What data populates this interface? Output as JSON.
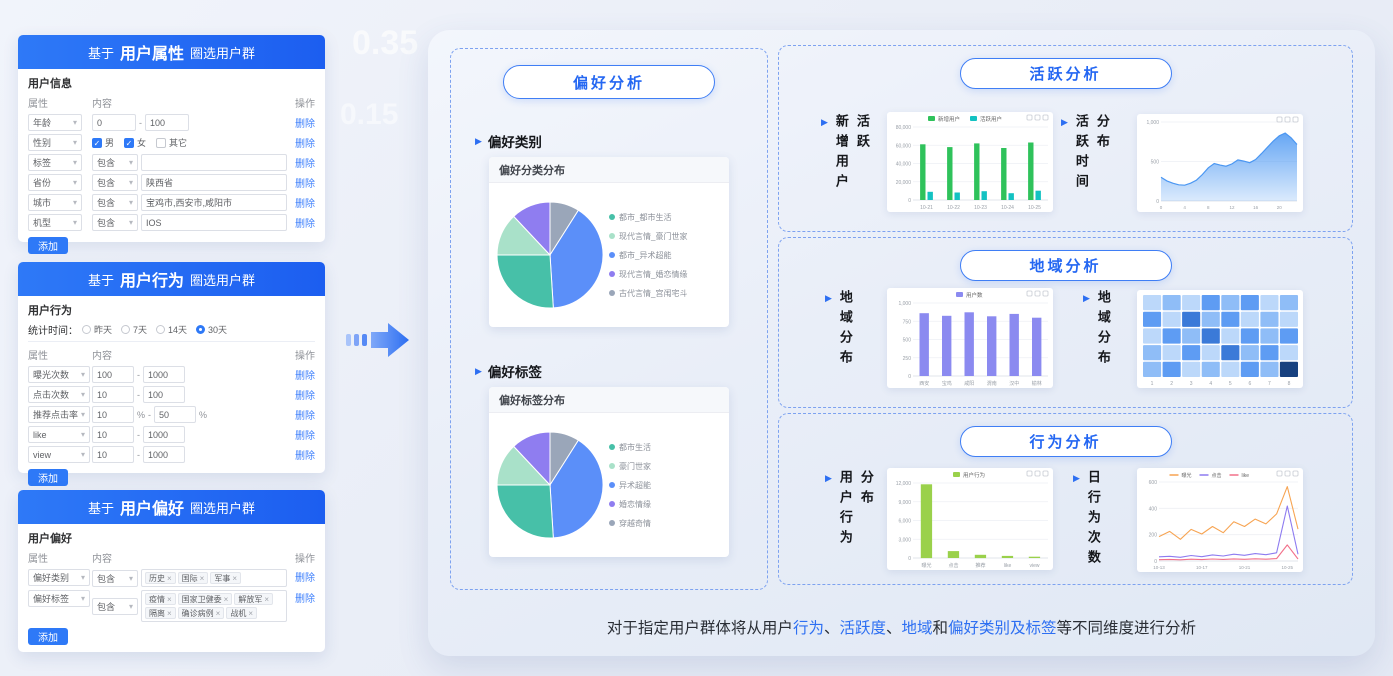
{
  "background": {
    "watermarks": [
      "0.35",
      "0.15"
    ]
  },
  "icons": {
    "caret": "▾",
    "marker": "▶",
    "close": "×",
    "check": "✓"
  },
  "left_panels": {
    "attribute": {
      "title": {
        "prefix": "基于",
        "highlight": "用户属性",
        "suffix": "圈选用户群"
      },
      "section_title": "用户信息",
      "columns": {
        "attr": "属性",
        "content": "内容",
        "op": "操作"
      },
      "delete_label": "删除",
      "add_label": "添加",
      "rows": [
        {
          "attr": "年龄",
          "kind": "range",
          "min": "0",
          "max": "100"
        },
        {
          "attr": "性别",
          "kind": "checks",
          "options": [
            {
              "label": "男",
              "checked": true
            },
            {
              "label": "女",
              "checked": true
            },
            {
              "label": "其它",
              "checked": false
            }
          ]
        },
        {
          "attr": "标签",
          "kind": "cond",
          "cond": "包含",
          "value": ""
        },
        {
          "attr": "省份",
          "kind": "cond",
          "cond": "包含",
          "value": "陕西省"
        },
        {
          "attr": "城市",
          "kind": "cond",
          "cond": "包含",
          "value": "宝鸡市,西安市,咸阳市"
        },
        {
          "attr": "机型",
          "kind": "cond",
          "cond": "包含",
          "value": "IOS"
        }
      ]
    },
    "behavior": {
      "title": {
        "prefix": "基于",
        "highlight": "用户行为",
        "suffix": "圈选用户群"
      },
      "section_title": "用户行为",
      "time_filter": {
        "label": "统计时间：",
        "options": [
          {
            "label": "昨天",
            "selected": false
          },
          {
            "label": "7天",
            "selected": false
          },
          {
            "label": "14天",
            "selected": false
          },
          {
            "label": "30天",
            "selected": true
          }
        ]
      },
      "columns": {
        "attr": "属性",
        "content": "内容",
        "op": "操作"
      },
      "delete_label": "删除",
      "add_label": "添加",
      "rows": [
        {
          "attr": "曝光次数",
          "min": "100",
          "max": "1000",
          "unit": ""
        },
        {
          "attr": "点击次数",
          "min": "10",
          "max": "100",
          "unit": ""
        },
        {
          "attr": "推荐点击率",
          "min": "10",
          "max": "50",
          "unit": "%"
        },
        {
          "attr": "like",
          "min": "10",
          "max": "1000",
          "unit": ""
        },
        {
          "attr": "view",
          "min": "10",
          "max": "1000",
          "unit": ""
        }
      ]
    },
    "preference": {
      "title": {
        "prefix": "基于",
        "highlight": "用户偏好",
        "suffix": "圈选用户群"
      },
      "section_title": "用户偏好",
      "columns": {
        "attr": "属性",
        "content": "内容",
        "op": "操作"
      },
      "delete_label": "删除",
      "add_label": "添加",
      "rows": [
        {
          "attr": "偏好类别",
          "cond": "包含",
          "tags": [
            "历史",
            "国际",
            "军事"
          ]
        },
        {
          "attr": "偏好标签",
          "cond": "包含",
          "tags": [
            "疫情",
            "国家卫健委",
            "解放军",
            "隔离",
            "确诊病例",
            "战机"
          ]
        }
      ]
    }
  },
  "analysis": {
    "preference": {
      "pill": "偏好分析",
      "markers": [
        "偏好类别",
        "偏好标签"
      ],
      "cards": [
        {
          "title": "偏好分类分布",
          "chart_id": "pie_category"
        },
        {
          "title": "偏好标签分布",
          "chart_id": "pie_tag"
        }
      ]
    },
    "active": {
      "pill": "活跃分析",
      "left_labels": [
        "新增用户",
        "活跃"
      ],
      "right_labels": [
        "活跃时间",
        "分布"
      ]
    },
    "region": {
      "pill": "地域分析",
      "left_labels": [
        "地域分布"
      ],
      "right_labels": [
        "地域分布"
      ]
    },
    "behavior": {
      "pill": "行为分析",
      "left_labels": [
        "用户行为",
        "分布"
      ],
      "right_labels": [
        "日行为次数"
      ]
    }
  },
  "caption": {
    "parts": [
      {
        "text": "对于指定用户群体将从用户",
        "highlight": false
      },
      {
        "text": "行为",
        "highlight": true
      },
      {
        "text": "、",
        "highlight": false
      },
      {
        "text": "活跃度",
        "highlight": true
      },
      {
        "text": "、",
        "highlight": false
      },
      {
        "text": "地域",
        "highlight": true
      },
      {
        "text": "和",
        "highlight": false
      },
      {
        "text": "偏好类别及标签",
        "highlight": true
      },
      {
        "text": "等不同维度进行分析",
        "highlight": false
      }
    ]
  },
  "chart_data": [
    {
      "id": "pie_category",
      "type": "pie",
      "title": "偏好分类分布",
      "slices": [
        {
          "label": "古代言情_宫闱宅斗",
          "value": 9,
          "color": "#9aa6b9"
        },
        {
          "label": "都市_异术超能",
          "value": 40,
          "color": "#5b8ff9"
        },
        {
          "label": "都市_都市生活",
          "value": 26,
          "color": "#47c0a8"
        },
        {
          "label": "现代言情_豪门世家",
          "value": 13,
          "color": "#a9e1c9"
        },
        {
          "label": "现代言情_婚恋情缘",
          "value": 12,
          "color": "#8f7df0"
        }
      ],
      "legend": [
        "都市_都市生活",
        "现代言情_豪门世家",
        "都市_异术超能",
        "现代言情_婚恋情缘",
        "古代言情_宫闱宅斗"
      ]
    },
    {
      "id": "pie_tag",
      "type": "pie",
      "title": "偏好标签分布",
      "slices": [
        {
          "label": "穿越奇情",
          "value": 9,
          "color": "#9aa6b9"
        },
        {
          "label": "异术超能",
          "value": 40,
          "color": "#5b8ff9"
        },
        {
          "label": "都市生活",
          "value": 26,
          "color": "#47c0a8"
        },
        {
          "label": "豪门世家",
          "value": 13,
          "color": "#a9e1c9"
        },
        {
          "label": "婚恋情缘",
          "value": 12,
          "color": "#8f7df0"
        }
      ],
      "legend": [
        "都市生活",
        "豪门世家",
        "异术超能",
        "婚恋情缘",
        "穿越奇情"
      ]
    },
    {
      "id": "active_users",
      "type": "grouped_bar",
      "categories": [
        "10-21",
        "10-22",
        "10-23",
        "10-24",
        "10-25"
      ],
      "series": [
        {
          "name": "新增用户",
          "color": "#2fc25b",
          "values": [
            61000,
            58000,
            62000,
            57000,
            63000
          ]
        },
        {
          "name": "活跃用户",
          "color": "#13c2c2",
          "values": [
            9000,
            8200,
            9600,
            7400,
            10200
          ]
        }
      ],
      "ylim": [
        0,
        80000
      ]
    },
    {
      "id": "active_time",
      "type": "area",
      "color": "#4b97f2",
      "ylim": [
        0,
        1000
      ],
      "xlabel_every": 4,
      "x": [
        0,
        1,
        2,
        3,
        4,
        5,
        6,
        7,
        8,
        9,
        10,
        11,
        12,
        13,
        14,
        15,
        16,
        17,
        18,
        19,
        20,
        21,
        22,
        23
      ],
      "values": [
        300,
        255,
        225,
        205,
        200,
        225,
        265,
        335,
        420,
        475,
        455,
        440,
        470,
        520,
        505,
        485,
        525,
        600,
        680,
        760,
        825,
        860,
        800,
        715
      ]
    },
    {
      "id": "region_bar",
      "type": "bar",
      "legend": "用户数",
      "color": "#8b8af0",
      "ylim": [
        0,
        1000
      ],
      "categories": [
        "西安",
        "宝鸡",
        "咸阳",
        "渭南",
        "汉中",
        "榆林"
      ],
      "values": [
        860,
        825,
        872,
        818,
        851,
        799
      ]
    },
    {
      "id": "region_heat",
      "type": "heatmap",
      "x_labels": [
        "1",
        "2",
        "3",
        "4",
        "5",
        "6",
        "7",
        "8"
      ],
      "palette": [
        "#e3eefc",
        "#bcd8fa",
        "#8fbdf7",
        "#5e9cf3",
        "#3b7ad8",
        "#17417f"
      ],
      "values": [
        [
          0.25,
          0.55,
          0.35,
          0.75,
          0.45,
          0.6,
          0.3,
          0.5
        ],
        [
          0.6,
          0.3,
          0.8,
          0.45,
          0.7,
          0.35,
          0.55,
          0.25
        ],
        [
          0.35,
          0.7,
          0.45,
          0.9,
          0.3,
          0.65,
          0.4,
          0.75
        ],
        [
          0.55,
          0.25,
          0.65,
          0.35,
          0.8,
          0.45,
          0.6,
          0.3
        ],
        [
          0.45,
          0.6,
          0.3,
          0.55,
          0.25,
          0.7,
          0.4,
          1.0
        ]
      ]
    },
    {
      "id": "behavior_bar",
      "type": "bar",
      "legend": "用户行为",
      "color": "#9ad14b",
      "ylim": [
        0,
        12000
      ],
      "categories": [
        "曝光",
        "点击",
        "推荐",
        "like",
        "view"
      ],
      "values": [
        11800,
        1100,
        520,
        330,
        210
      ]
    },
    {
      "id": "behavior_line",
      "type": "line",
      "ylim": [
        0,
        600
      ],
      "xlabel_every": 4,
      "x": [
        "10-13",
        "10-14",
        "10-15",
        "10-16",
        "10-17",
        "10-18",
        "10-19",
        "10-20",
        "10-21",
        "10-22",
        "10-23",
        "10-24",
        "10-25",
        "10-26"
      ],
      "series": [
        {
          "name": "曝光",
          "color": "#f7a452",
          "values": [
            185,
            225,
            165,
            240,
            205,
            262,
            215,
            298,
            262,
            318,
            282,
            358,
            565,
            242
          ]
        },
        {
          "name": "点击",
          "color": "#8d7bf0",
          "values": [
            32,
            36,
            28,
            42,
            33,
            46,
            38,
            52,
            43,
            56,
            48,
            62,
            418,
            52
          ]
        },
        {
          "name": "like",
          "color": "#f2708a",
          "values": [
            10,
            12,
            9,
            14,
            11,
            15,
            12,
            16,
            13,
            17,
            14,
            18,
            122,
            15
          ]
        }
      ]
    }
  ]
}
